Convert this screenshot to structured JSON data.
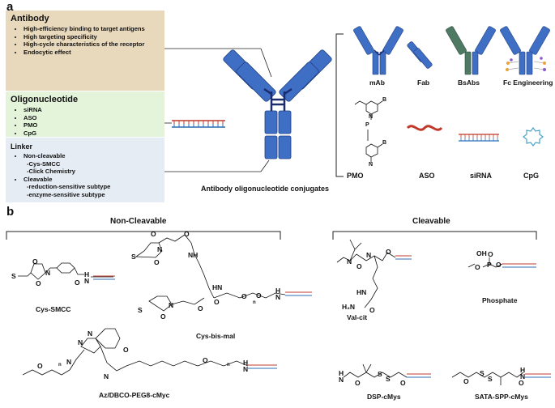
{
  "panel_a": {
    "letter": "a",
    "antibody_box": {
      "title": "Antibody",
      "items": [
        "High-efficiency binding to target antigens",
        "High targeting specificity",
        "High-cycle characteristics of the receptor",
        "Endocytic effect"
      ],
      "color": "#e8d8bc"
    },
    "oligo_box": {
      "title": "Oligonucleotide",
      "items": [
        "siRNA",
        "ASO",
        "PMO",
        "CpG"
      ],
      "color": "#e4f4da"
    },
    "linker_box": {
      "title": "Linker",
      "item1": "Non-cleavable",
      "sub1": [
        "-Cys-SMCC",
        "-Click Chemistry"
      ],
      "item2": "Cleavable",
      "sub2": [
        "-reduction-sensitive subtype",
        "-enzyme-sensitive subtype"
      ],
      "color": "#e6ecf4"
    },
    "caption": "Antibody oligonucleotide conjugates",
    "antibody_formats": [
      "mAb",
      "Fab",
      "BsAbs",
      "Fc Engineering"
    ],
    "oligo_types": [
      "PMO",
      "ASO",
      "siRNA",
      "CpG"
    ],
    "pmo_atoms": {
      "B": "B",
      "N": "N",
      "O": "O",
      "P": "P"
    },
    "colors": {
      "antibody_blue": "#3f6fc4",
      "hinge": "#1c2a6e",
      "rna_red": "#c0392b",
      "dna_blue": "#2c6fb6",
      "bsab_green": "#4e7a63"
    }
  },
  "panel_b": {
    "letter": "b",
    "non_cleavable_title": "Non-Cleavable",
    "cleavable_title": "Cleavable",
    "compounds": [
      "Cys-SMCC",
      "Cys-bis-mal",
      "Az/DBCO-PEG8-cMyc",
      "Val-cit",
      "Phosphate",
      "DSP-cMys",
      "SATA-SPP-cMys"
    ],
    "atoms": {
      "O": "O",
      "N": "N",
      "H": "H",
      "S": "S",
      "HN": "HN",
      "NH": "NH",
      "H2N": "H₂N",
      "OH": "OH",
      "P": "P",
      "n": "n"
    }
  }
}
